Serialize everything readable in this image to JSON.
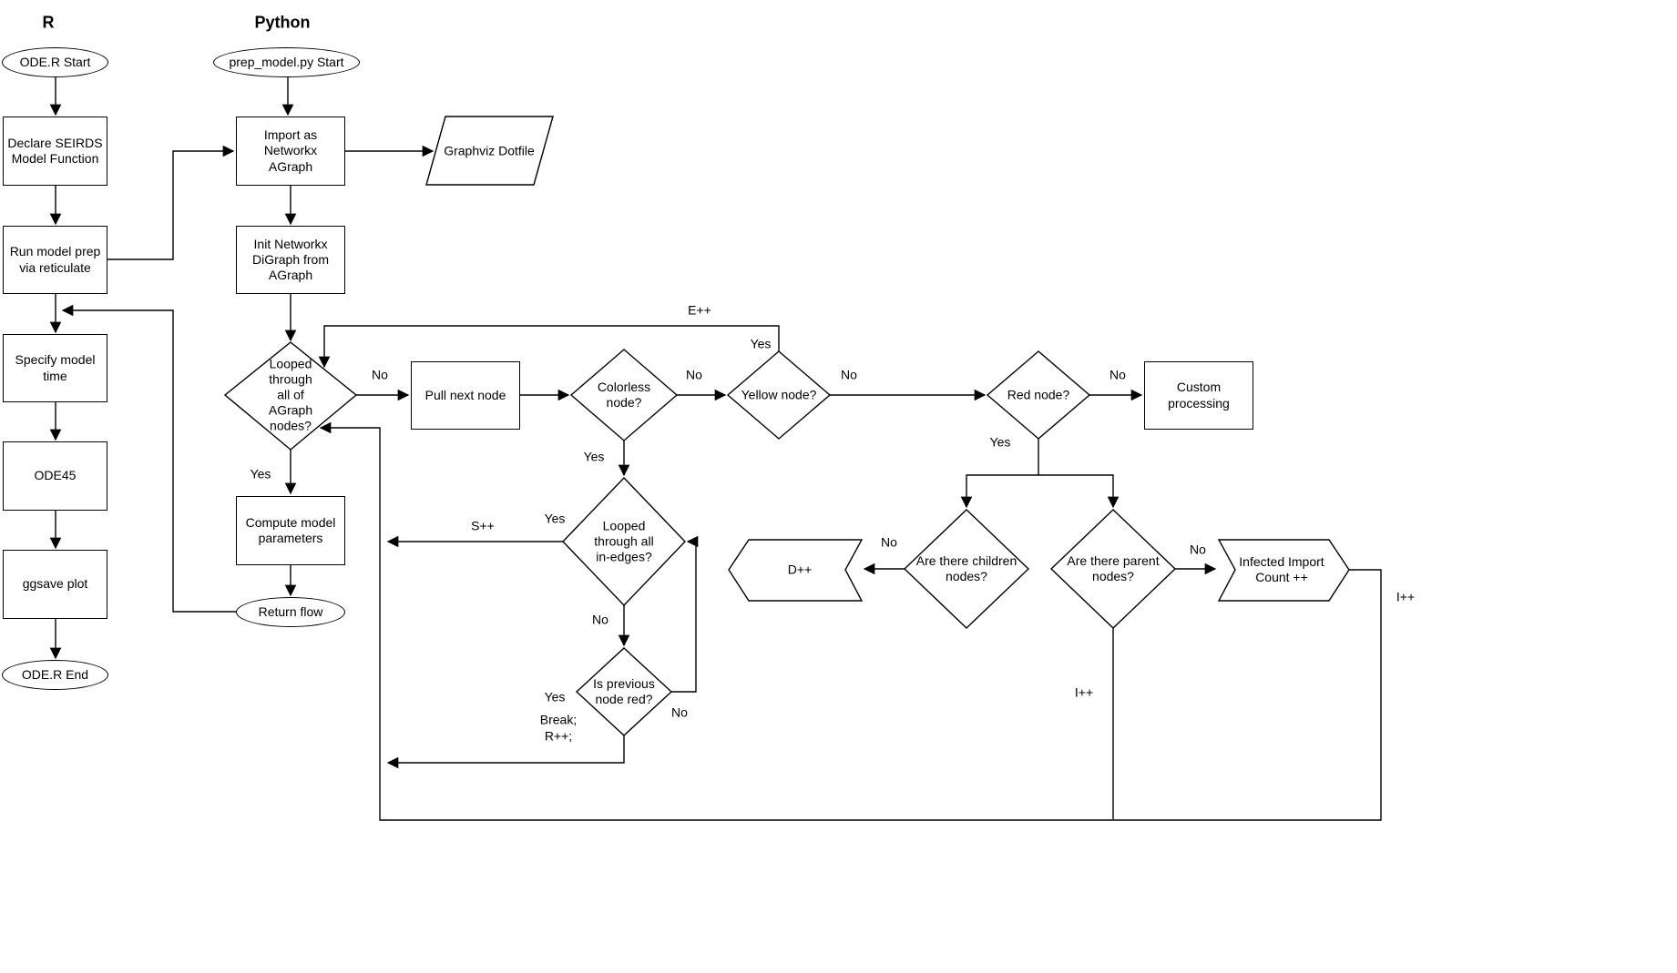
{
  "headers": {
    "r": "R",
    "python": "Python"
  },
  "nodes": {
    "ode_r_start": "ODE.R Start",
    "declare_seirds": "Declare SEIRDS Model Function",
    "run_model_prep": "Run model prep via reticulate",
    "specify_time": "Specify model time",
    "ode45": "ODE45",
    "ggsave_plot": "ggsave plot",
    "ode_r_end": "ODE.R End",
    "prep_model_start": "prep_model.py Start",
    "import_agraph": "Import as Networkx AGraph",
    "graphviz_dotfile": "Graphviz Dotfile",
    "init_digraph": "Init Networkx DiGraph from AGraph",
    "looped_agraph": "Looped through all of AGraph nodes?",
    "pull_next_node": "Pull next node",
    "colorless_node": "Colorless node?",
    "yellow_node": "Yellow node?",
    "red_node": "Red node?",
    "custom_processing": "Custom processing",
    "compute_params": "Compute model parameters",
    "return_flow": "Return flow",
    "looped_inedges": "Looped through all in-edges?",
    "d_increment": "D++",
    "children_nodes": "Are there children nodes?",
    "parent_nodes": "Are there parent nodes?",
    "infected_import": "Infected Import Count ++",
    "prev_node_red": "Is previous node red?"
  },
  "edge_labels": {
    "looped_no": "No",
    "looped_yes": "Yes",
    "colorless_no": "No",
    "colorless_yes": "Yes",
    "yellow_no": "No",
    "yellow_yes": "Yes",
    "yellow_e_increment": "E++",
    "red_no": "No",
    "red_yes": "Yes",
    "inedges_yes": "Yes",
    "inedges_s_increment": "S++",
    "inedges_no": "No",
    "prevred_yes": "Yes",
    "prevred_break": "Break;\nR++;",
    "prevred_no": "No",
    "children_no": "No",
    "parent_no": "No",
    "parent_i_increment": "I++",
    "return_i_increment": "I++"
  }
}
